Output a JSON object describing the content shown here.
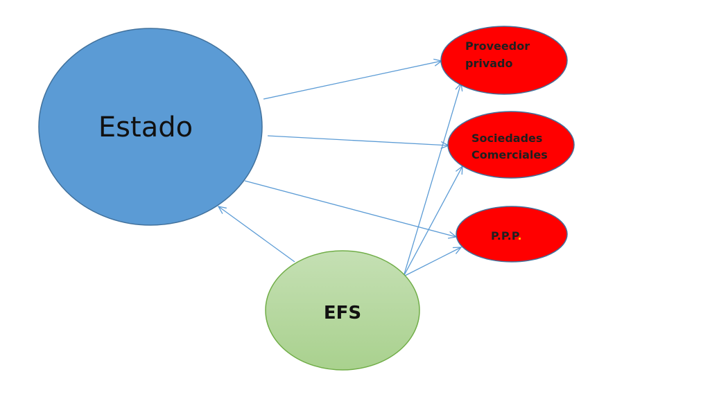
{
  "nodes": {
    "estado": {
      "label": "Estado",
      "fill": "#5b9bd5",
      "stroke": "#41719c",
      "text_color": "#111111"
    },
    "efs": {
      "label": "EFS",
      "fill_top": "#c5e0b4",
      "fill_bottom": "#a9d18e",
      "stroke": "#70ad47",
      "text_color": "#111111"
    },
    "proveedor": {
      "line1": "Proveedor",
      "line2": "privado",
      "fill": "#ff0000",
      "stroke": "#41719c",
      "text_color": "#1f1f1f"
    },
    "sociedades": {
      "line1": "Sociedades",
      "line2": "Comerciales",
      "fill": "#ff0000",
      "stroke": "#41719c",
      "text_color": "#1f1f1f"
    },
    "ppp": {
      "label": "P.P.P",
      "trailing_dot": ".",
      "fill": "#ff0000",
      "stroke": "#41719c",
      "text_color": "#1f1f1f",
      "dot_color": "#ffc000"
    }
  },
  "edges": [
    {
      "from": "Estado",
      "to": "Proveedor privado"
    },
    {
      "from": "Estado",
      "to": "Sociedades Comerciales"
    },
    {
      "from": "Estado",
      "to": "P.P.P."
    },
    {
      "from": "EFS",
      "to": "Estado"
    },
    {
      "from": "EFS",
      "to": "Proveedor privado"
    },
    {
      "from": "EFS",
      "to": "Sociedades Comerciales"
    },
    {
      "from": "EFS",
      "to": "P.P.P."
    }
  ],
  "arrow_color": "#5b9bd5"
}
